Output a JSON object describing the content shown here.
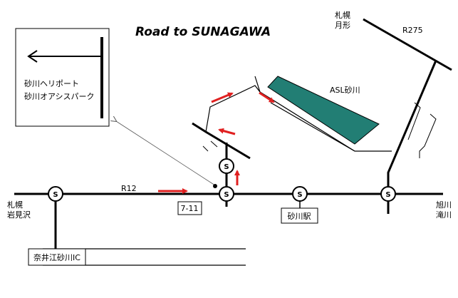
{
  "title": "Road to SUNAGAWA",
  "roads": {
    "r12": "R12",
    "r275": "R275"
  },
  "places": {
    "west_line1": "札幌",
    "west_line2": "岩見沢",
    "east_line1": "旭川",
    "east_line2": "滝川",
    "north_line1": "札幌",
    "north_line2": "月形",
    "asl": "ASL砂川"
  },
  "boxes": {
    "station": "砂川駅",
    "store": "7-11",
    "ic": "奈井江砂川IC"
  },
  "inset": {
    "line1": "砂川ヘリポート",
    "line2": "砂川オアシスパーク"
  },
  "signals": {
    "s1": "S",
    "s2": "S",
    "s3": "S",
    "s4": "S",
    "s5": "S"
  },
  "colors": {
    "building": "#227E74",
    "arrows": "#E02020",
    "roads": "#000000"
  }
}
